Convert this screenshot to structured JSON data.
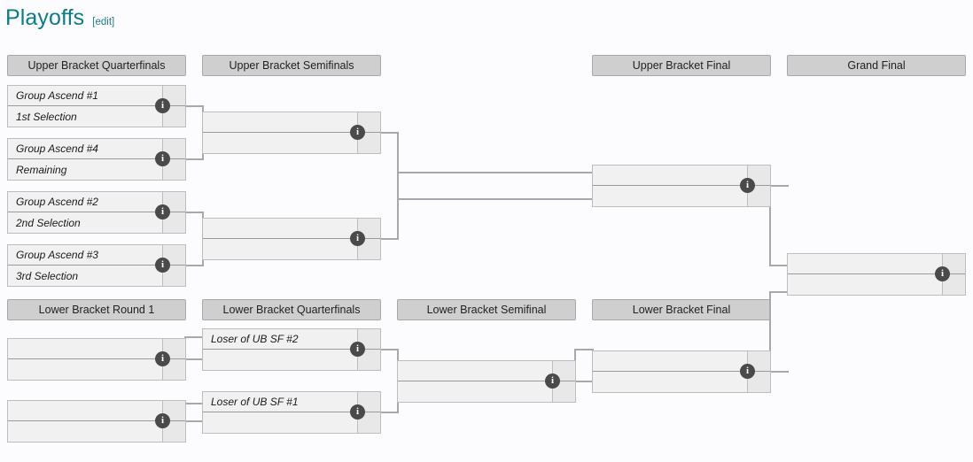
{
  "header": {
    "title": "Playoffs",
    "edit_label": "[edit]"
  },
  "icons": {
    "info": "i",
    "info_name": "info-icon"
  },
  "colors": {
    "title": "#0b7c8c",
    "link": "#1a7c93",
    "header_bg": "#cfcfcf",
    "match_bg": "#f1f1f1",
    "score_bg": "#e8e8e8",
    "line": "#a8a8a8",
    "info_badge": "#4a4a4a",
    "page_bg": "#fcfcfe"
  },
  "rounds": [
    {
      "id": "ub-qf",
      "label": "Upper Bracket Quarterfinals"
    },
    {
      "id": "ub-sf",
      "label": "Upper Bracket Semifinals"
    },
    {
      "id": "ub-final",
      "label": "Upper Bracket Final"
    },
    {
      "id": "grand-final",
      "label": "Grand Final"
    },
    {
      "id": "lb-r1",
      "label": "Lower Bracket Round 1"
    },
    {
      "id": "lb-qf",
      "label": "Lower Bracket Quarterfinals"
    },
    {
      "id": "lb-sf",
      "label": "Lower Bracket Semifinal"
    },
    {
      "id": "lb-final",
      "label": "Lower Bracket Final"
    }
  ],
  "matches": {
    "ubqf1": {
      "top": "Group Ascend #1",
      "bottom": "1st Selection",
      "score_top": "",
      "score_bottom": ""
    },
    "ubqf2": {
      "top": "Group Ascend #4",
      "bottom": "Remaining",
      "score_top": "",
      "score_bottom": ""
    },
    "ubqf3": {
      "top": "Group Ascend #2",
      "bottom": "2nd Selection",
      "score_top": "",
      "score_bottom": ""
    },
    "ubqf4": {
      "top": "Group Ascend #3",
      "bottom": "3rd Selection",
      "score_top": "",
      "score_bottom": ""
    },
    "ubsf1": {
      "top": "",
      "bottom": "",
      "score_top": "",
      "score_bottom": ""
    },
    "ubsf2": {
      "top": "",
      "bottom": "",
      "score_top": "",
      "score_bottom": ""
    },
    "ubf": {
      "top": "",
      "bottom": "",
      "score_top": "",
      "score_bottom": ""
    },
    "gf": {
      "top": "",
      "bottom": "",
      "score_top": "",
      "score_bottom": ""
    },
    "lbr1a": {
      "top": "",
      "bottom": "",
      "score_top": "",
      "score_bottom": ""
    },
    "lbr1b": {
      "top": "",
      "bottom": "",
      "score_top": "",
      "score_bottom": ""
    },
    "lbqf1": {
      "top": "Loser of UB SF #2",
      "bottom": "",
      "score_top": "",
      "score_bottom": ""
    },
    "lbqf2": {
      "top": "Loser of UB SF #1",
      "bottom": "",
      "score_top": "",
      "score_bottom": ""
    },
    "lbsf": {
      "top": "",
      "bottom": "",
      "score_top": "",
      "score_bottom": ""
    },
    "lbf": {
      "top": "",
      "bottom": "",
      "score_top": "",
      "score_bottom": ""
    }
  }
}
